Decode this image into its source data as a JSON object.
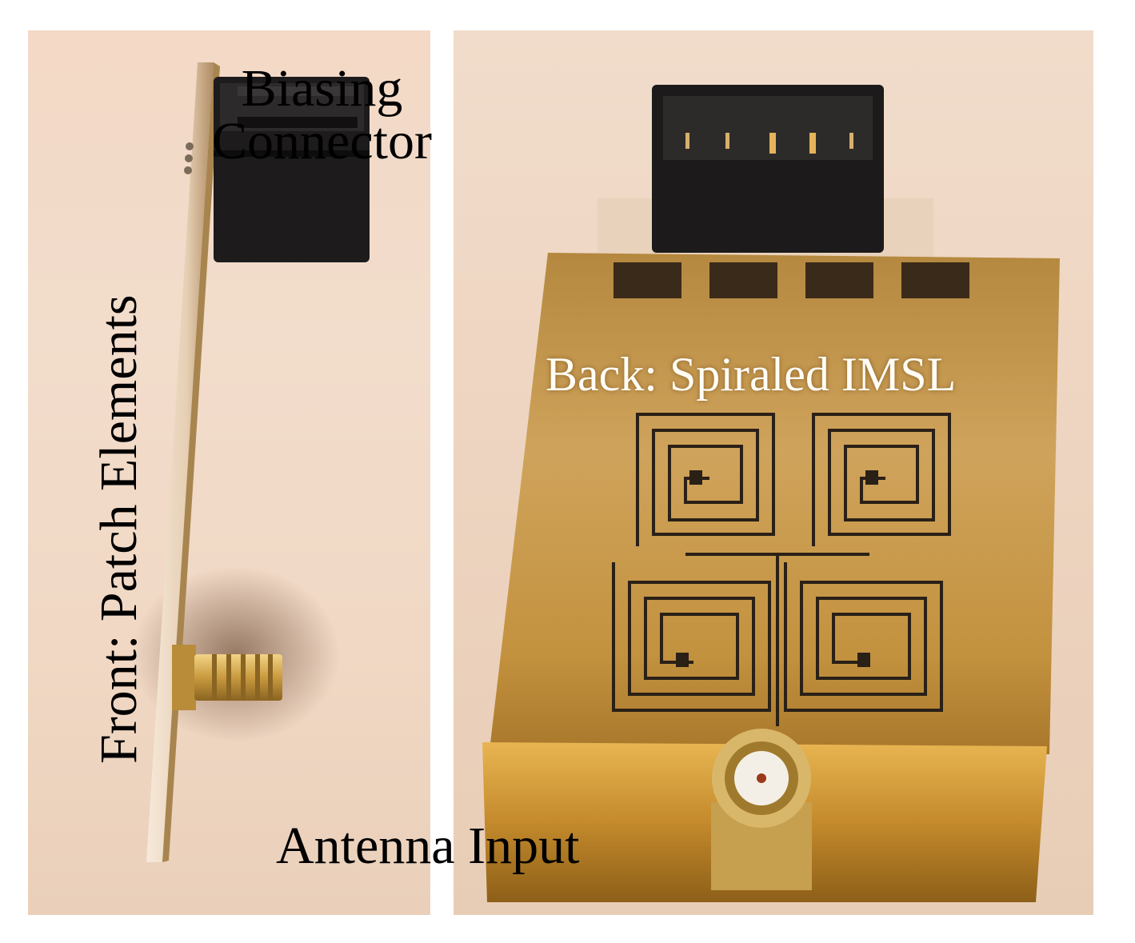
{
  "labels": {
    "biasing_line1": "Biasing",
    "biasing_line2": "Connector",
    "back": "Back: Spiraled IMSL",
    "antenna": "Antenna Input",
    "front": "Front: Patch Elements"
  },
  "colors": {
    "background": "#ffffff",
    "gold_board": "#c9943c",
    "connector_black": "#1c1a1a",
    "trace_dark": "#2a2016"
  }
}
